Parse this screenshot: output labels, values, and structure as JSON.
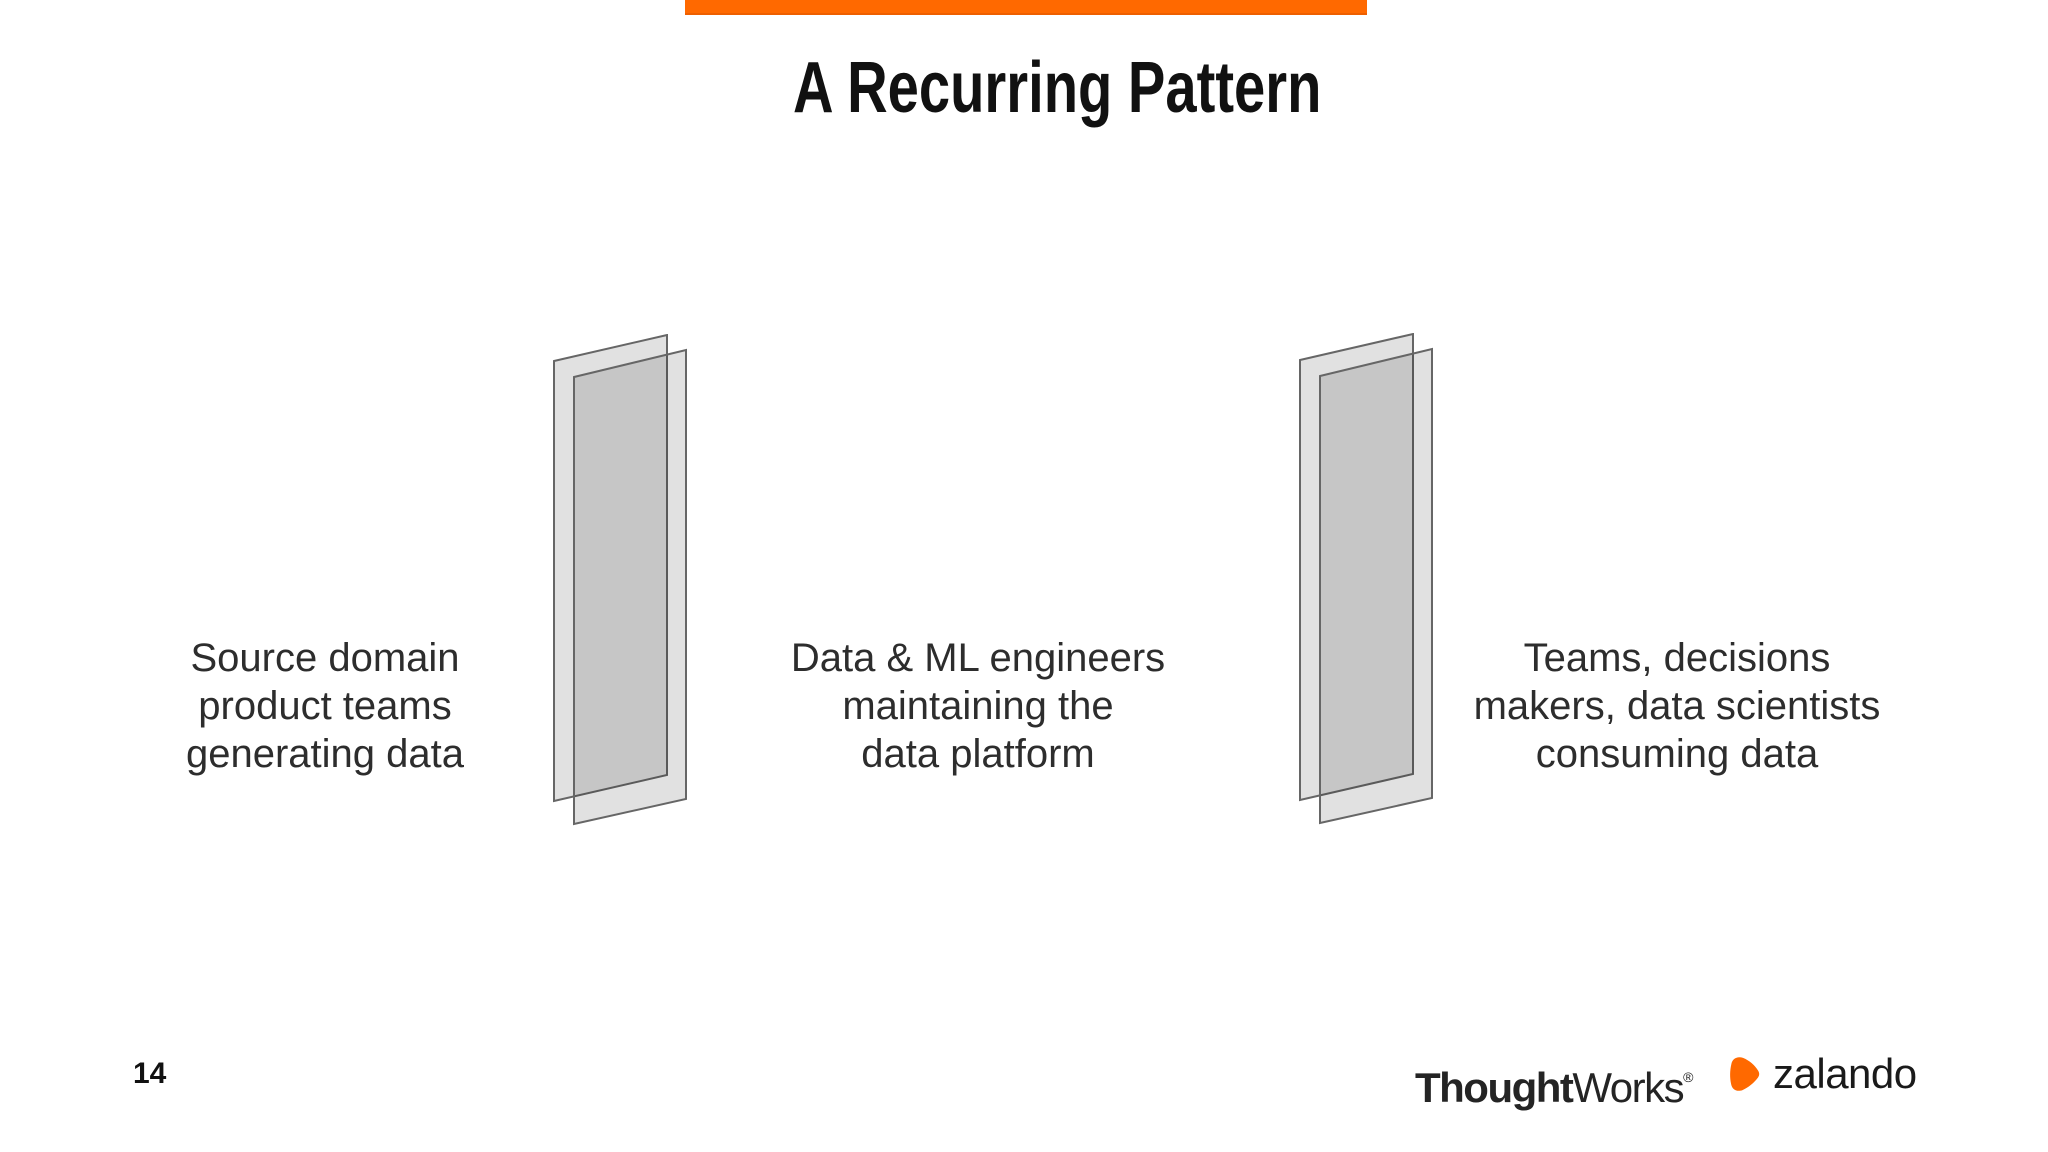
{
  "colors": {
    "accent_orange": "#ff6900",
    "accent_orange_dark": "#ee5f00",
    "pane_fill": "rgba(0,0,0,0.118)",
    "pane_stroke": "#666666",
    "title_color": "#111111",
    "body_text_color": "#2d2d2d",
    "logo_text_color": "#242424",
    "zalando_text_color": "#1a1a1a"
  },
  "header": {
    "title": "A Recurring Pattern"
  },
  "columns": [
    {
      "text": "Source domain\nproduct teams\ngenerating data"
    },
    {
      "text": "Data & ML engineers\nmaintaining the\ndata platform"
    },
    {
      "text": "Teams, decisions\nmakers, data scientists\nconsuming data"
    }
  ],
  "footer": {
    "page_number": "14",
    "thoughtworks_bold": "Thought",
    "thoughtworks_regular": "Works",
    "thoughtworks_registered": "®",
    "zalando_text": "zalando"
  }
}
